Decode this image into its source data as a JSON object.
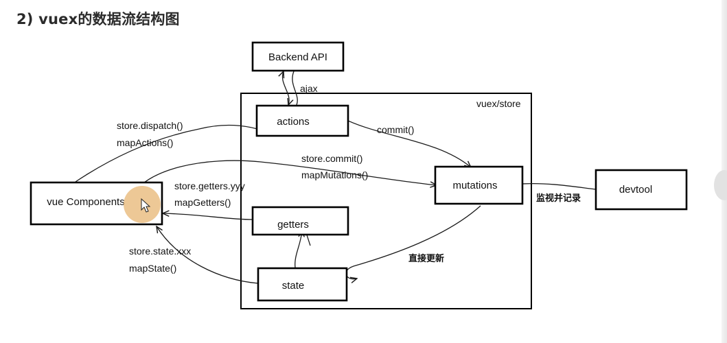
{
  "title": "2) vuex的数据流结构图",
  "store_label": "vuex/store",
  "nodes": {
    "backend": "Backend API",
    "actions": "actions",
    "mutations": "mutations",
    "getters": "getters",
    "state": "state",
    "components": "vue Components",
    "devtool": "devtool"
  },
  "edges": {
    "ajax": "ajax",
    "dispatch": "store.dispatch()",
    "map_actions": "mapActions()",
    "commit": "commit()",
    "store_commit": "store.commit()",
    "map_mutations": "mapMutations()",
    "store_getters": "store.getters.yyy",
    "map_getters": "mapGetters()",
    "store_state": "store.state.xxx",
    "map_state": "mapState()",
    "direct_update": "直接更新",
    "monitor_record": "监视并记录"
  }
}
